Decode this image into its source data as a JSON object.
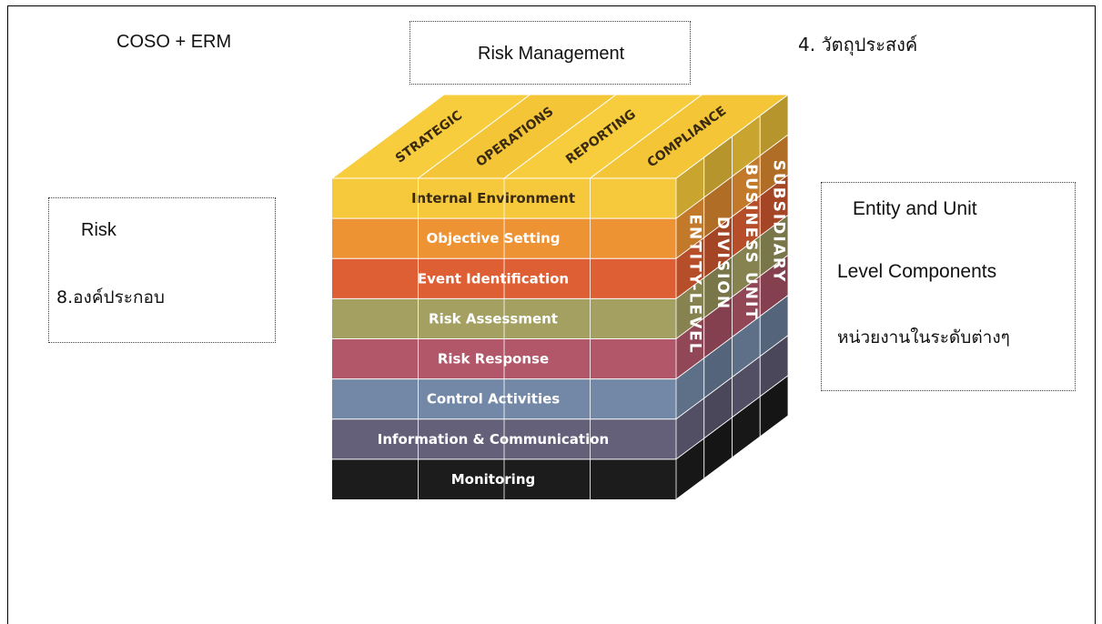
{
  "texts": {
    "top_left": "COSO  +  ERM",
    "top_right": "4. วัตถุประสงค์",
    "risk_management": "Risk  Management",
    "left_box_title": "Risk",
    "left_box_sub": "8.องค์ประกอบ",
    "right_box_line1": "Entity  and Unit",
    "right_box_line2": "Level  Components",
    "right_box_line3": "หน่วยงานในระดับต่างๆ"
  },
  "cube": {
    "objectives": [
      "STRATEGIC",
      "OPERATIONS",
      "REPORTING",
      "COMPLIANCE"
    ],
    "components": [
      {
        "label": "Internal Environment",
        "color": "#F5C93B",
        "text_color": "#3a2a10"
      },
      {
        "label": "Objective Setting",
        "color": "#EE9333",
        "text_color": "#ffffff"
      },
      {
        "label": "Event Identification",
        "color": "#DE5F33",
        "text_color": "#ffffff"
      },
      {
        "label": "Risk Assessment",
        "color": "#A4A062",
        "text_color": "#ffffff"
      },
      {
        "label": "Risk Response",
        "color": "#B2566A",
        "text_color": "#ffffff"
      },
      {
        "label": "Control Activities",
        "color": "#7288A6",
        "text_color": "#ffffff"
      },
      {
        "label": "Information & Communication",
        "color": "#64607A",
        "text_color": "#ffffff"
      },
      {
        "label": "Monitoring",
        "color": "#1C1C1C",
        "text_color": "#ffffff"
      }
    ],
    "units": [
      "ENTITY-LEVEL",
      "DIVISION",
      "BUSINESS UNIT",
      "SUBSIDIARY"
    ]
  }
}
